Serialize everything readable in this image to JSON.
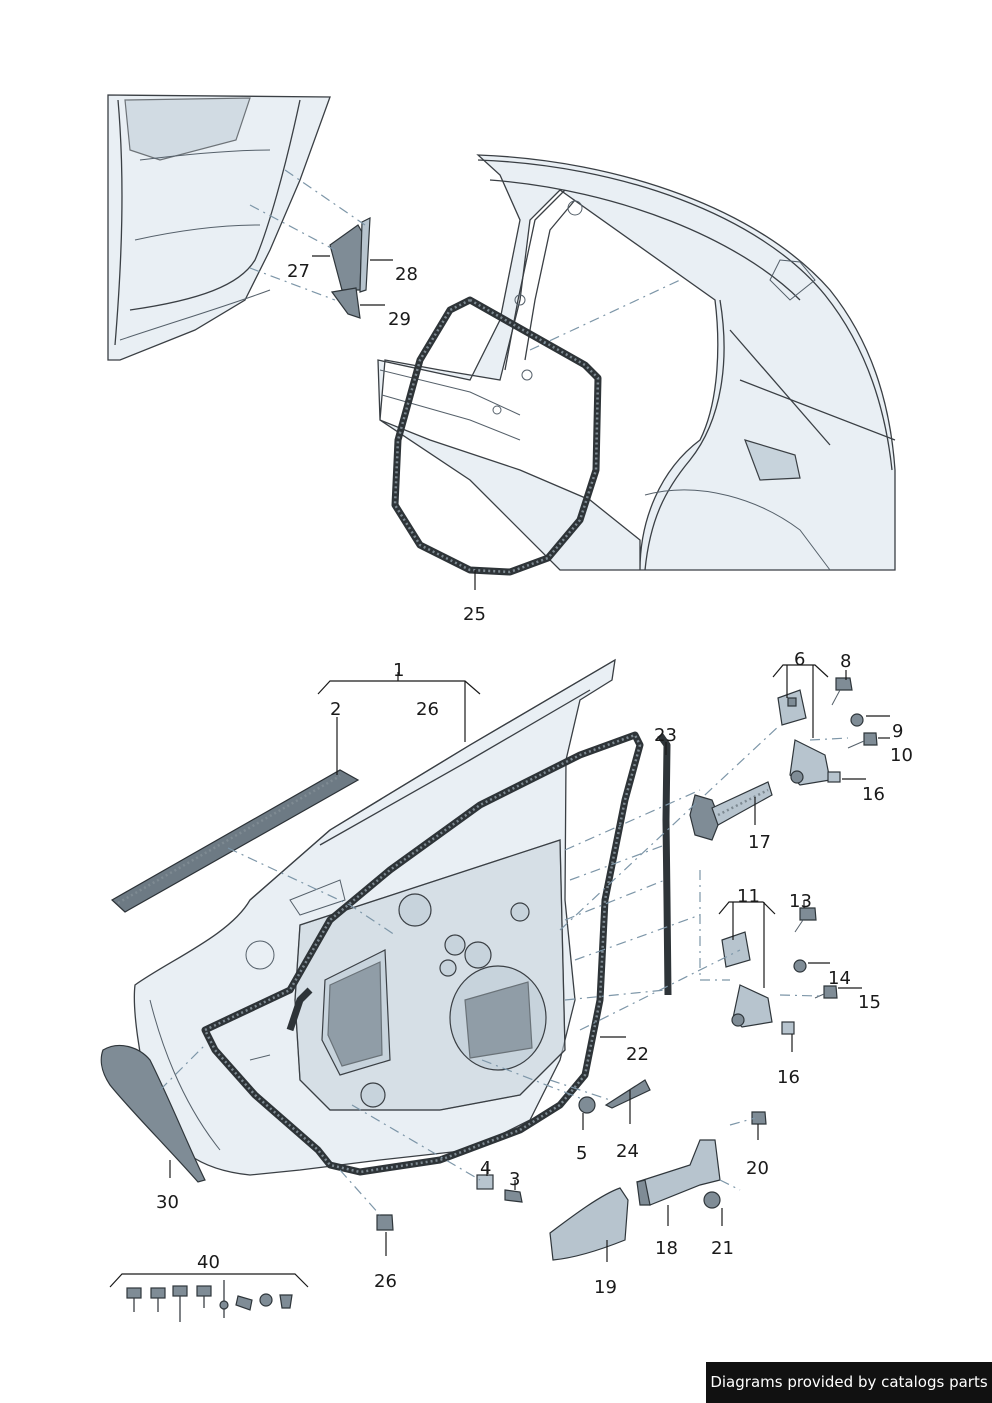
{
  "callouts": {
    "c1": "1",
    "c2": "2",
    "c3": "3",
    "c4": "4",
    "c5": "5",
    "c6": "6",
    "c8": "8",
    "c9": "9",
    "c10": "10",
    "c11": "11",
    "c13": "13",
    "c14": "14",
    "c15": "15",
    "c16a": "16",
    "c16b": "16",
    "c17": "17",
    "c18": "18",
    "c19": "19",
    "c20": "20",
    "c21": "21",
    "c22": "22",
    "c23": "23",
    "c24": "24",
    "c25": "25",
    "c26a": "26",
    "c26b": "26",
    "c27": "27",
    "c28": "28",
    "c29": "29",
    "c30": "30",
    "c40": "40"
  },
  "footer": {
    "text": "Diagrams provided by catalogs parts"
  },
  "colors": {
    "line": "#3a3f44",
    "panel": "#e9eff4",
    "leader_dash": "#7d96a8",
    "footer_bg": "#111111"
  }
}
